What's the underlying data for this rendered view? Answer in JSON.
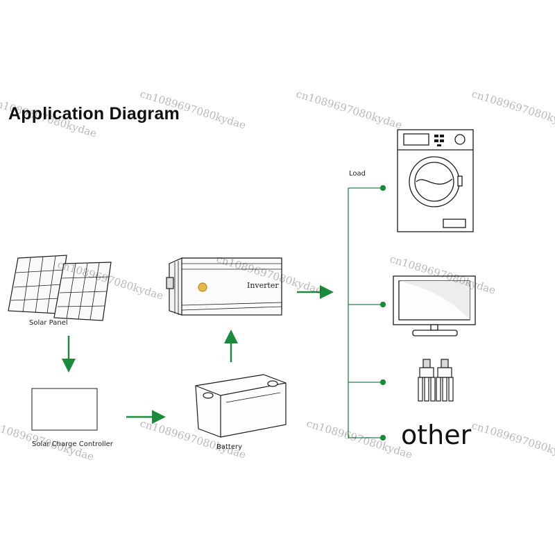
{
  "title": "Application Diagram",
  "labels": {
    "solar_panel": "Solar Panel",
    "charge_controller": "Solar Charge Controller",
    "battery": "Battery",
    "inverter": "Inverter",
    "load": "Load",
    "other": "other"
  },
  "watermark": "cn1089697080kydae",
  "colors": {
    "arrow": "#1a8a3c",
    "line": "#1a8a3c",
    "outline": "#1a1a1a"
  }
}
